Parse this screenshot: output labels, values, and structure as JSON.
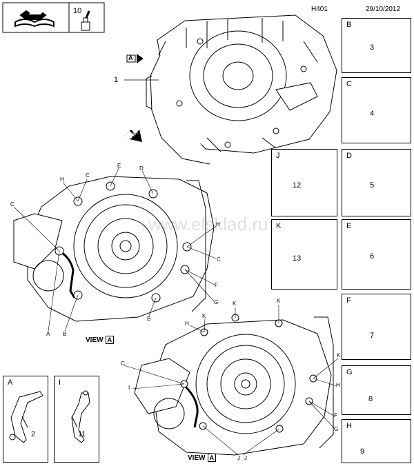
{
  "header": {
    "ref": "H401",
    "date": "29/10/2012"
  },
  "tool_box": {
    "number": "10"
  },
  "main_callout": {
    "number": "1",
    "view_arrow": "A"
  },
  "fwd_label": "FRT",
  "watermark": "www.elsklad.ru",
  "part_boxes": [
    {
      "letter": "B",
      "number": "3"
    },
    {
      "letter": "C",
      "number": "4"
    },
    {
      "letter": "J",
      "number": "12"
    },
    {
      "letter": "D",
      "number": "5"
    },
    {
      "letter": "K",
      "number": "13"
    },
    {
      "letter": "E",
      "number": "6"
    },
    {
      "letter": "F",
      "number": "7"
    },
    {
      "letter": "G",
      "number": "8"
    },
    {
      "letter": "H",
      "number": "9"
    },
    {
      "letter": "A",
      "number": "2"
    },
    {
      "letter": "I",
      "number": "11"
    }
  ],
  "view1": {
    "title": "VIEW",
    "view_letter": "A",
    "labels": [
      "H",
      "C",
      "E",
      "D",
      "C",
      "H",
      "C",
      "F",
      "G",
      "A",
      "B",
      "B"
    ]
  },
  "view2": {
    "title": "VIEW",
    "view_letter": "A",
    "labels": [
      "K",
      "K",
      "H",
      "K",
      "C",
      "K",
      "H",
      "I",
      "F",
      "G",
      "J",
      "J"
    ]
  }
}
